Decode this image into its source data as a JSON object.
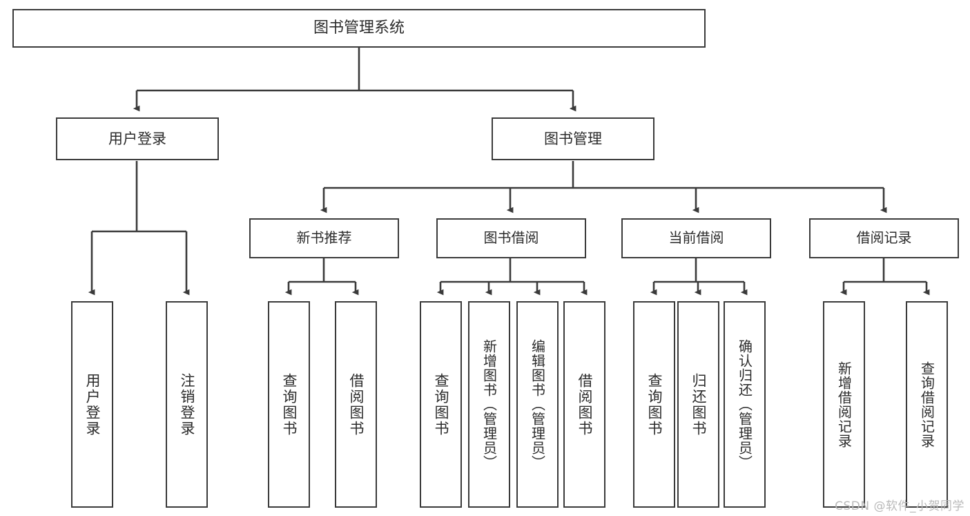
{
  "diagram": {
    "title": "图书管理系统",
    "type": "tree-hierarchy-chart",
    "root": {
      "label": "图书管理系统"
    },
    "level1": [
      {
        "label": "用户登录"
      },
      {
        "label": "图书管理"
      }
    ],
    "level2": [
      {
        "label": "新书推荐"
      },
      {
        "label": "图书借阅"
      },
      {
        "label": "当前借阅"
      },
      {
        "label": "借阅记录"
      }
    ],
    "leaves": {
      "user_login": [
        {
          "label": "用户登录"
        },
        {
          "label": "注销登录"
        }
      ],
      "new_book_recommend": [
        {
          "label": "查询图书"
        },
        {
          "label": "借阅图书"
        }
      ],
      "book_borrow": [
        {
          "label": "查询图书"
        },
        {
          "label": "新增图书（管理员）"
        },
        {
          "label": "编辑图书（管理员）"
        },
        {
          "label": "借阅图书"
        }
      ],
      "current_borrow": [
        {
          "label": "查询图书"
        },
        {
          "label": "归还图书"
        },
        {
          "label": "确认归还（管理员）"
        }
      ],
      "borrow_record": [
        {
          "label": "新增借阅记录"
        },
        {
          "label": "查询借阅记录"
        }
      ]
    }
  },
  "watermark": {
    "text": "CSDN @软件_小贺同学"
  },
  "colors": {
    "box_border": "#3a3a3a",
    "box_fill": "#ffffff",
    "text": "#2b2b2b",
    "connector": "#3a3a3a",
    "watermark": "#b9b9b9",
    "background": "#ffffff"
  }
}
